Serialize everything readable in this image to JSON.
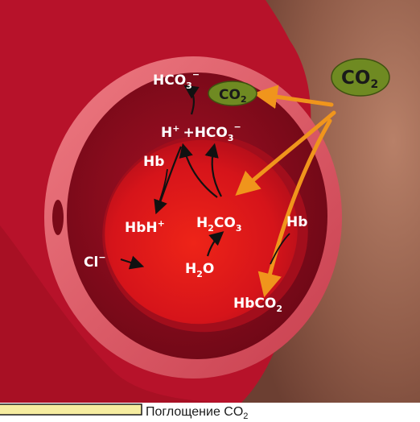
{
  "labels": {
    "hco3_top": "HCO",
    "hco3_top_sub": "3",
    "hco3_top_sup": "−",
    "h_plus": "H",
    "h_plus_sup": "+",
    "plus_sign": "+",
    "hco3_mid": "HCO",
    "hco3_mid_sub": "3",
    "hco3_mid_sup": "−",
    "hb_left": "Hb",
    "hbh": "HbH",
    "hbh_sup": "+",
    "h2co3_a": "H",
    "h2co3_sub2": "2",
    "h2co3_b": "CO",
    "h2co3_sub3": "3",
    "hb_right": "Hb",
    "cl": "Cl",
    "cl_sup": "−",
    "h2o_a": "H",
    "h2o_sub": "2",
    "h2o_b": "O",
    "hbco2_a": "HbCO",
    "hbco2_sub": "2",
    "co2_small": "CO",
    "co2_small_sub": "2",
    "co2_big": "CO",
    "co2_big_sub": "2"
  },
  "caption": {
    "text": "Поглощение CO",
    "sub": "2"
  },
  "colors": {
    "tissue": "#9c6550",
    "vessel_dark": "#b8102a",
    "vessel_wall": "#e25a66",
    "lumen": "#8e0c1c",
    "cell": "#d81418",
    "co2_bubble": "#6f8a22",
    "orange_arrow": "#f0951c",
    "black_arrow": "#111111",
    "bar_fill": "#f6eda0"
  }
}
